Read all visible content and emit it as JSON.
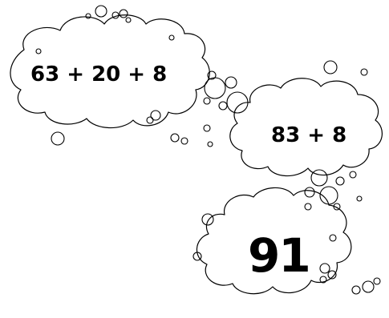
{
  "steps": [
    {
      "expression": "63 + 20 + 8"
    },
    {
      "expression": "83 + 8"
    },
    {
      "expression": "91"
    }
  ]
}
